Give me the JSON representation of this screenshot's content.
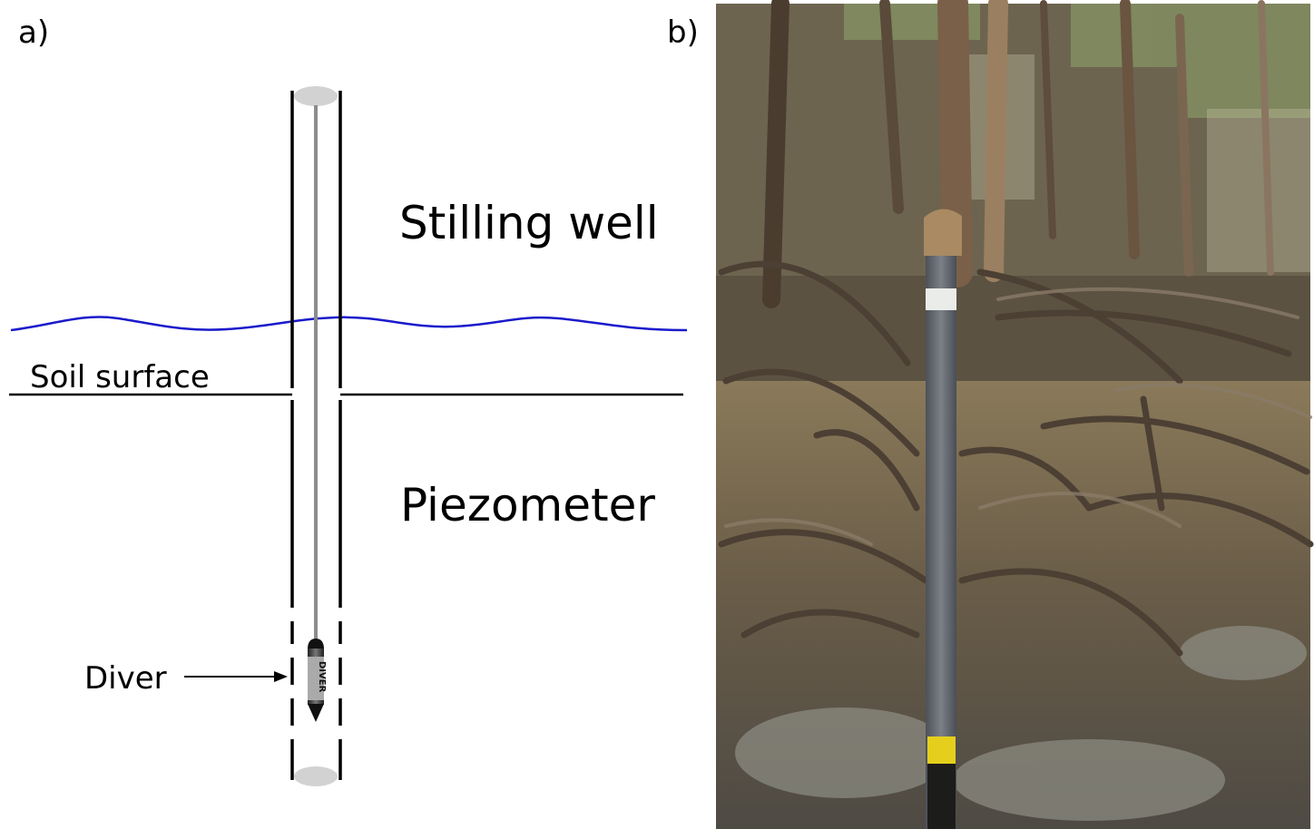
{
  "panel_a": {
    "label": "a)",
    "stilling_well_label": "Stilling well",
    "piezometer_label": "Piezometer",
    "soil_surface_label": "Soil surface",
    "diver_label": "Diver",
    "diver_text": "DIVER",
    "water_color": "#1a1acc"
  },
  "panel_b": {
    "label": "b)",
    "pipe_color": "#6b7078",
    "tape_color": "#e8d21a"
  }
}
